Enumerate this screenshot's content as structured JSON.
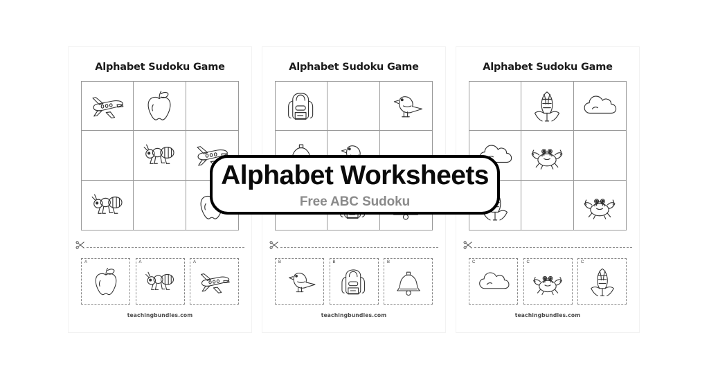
{
  "banner": {
    "title": "Alphabet Worksheets",
    "subtitle": "Free ABC Sudoku",
    "border_color": "#000000",
    "title_color": "#0a0a0a",
    "subtitle_color": "#8a8a8a",
    "background": "#ffffff"
  },
  "worksheets": [
    {
      "title": "Alphabet Sudoku Game",
      "letter": "A",
      "footer": "teachingbundles.com",
      "cut_icon": "scissors-icon",
      "grid": [
        [
          "airplane",
          "apple",
          ""
        ],
        [
          "",
          "ant",
          "airplane"
        ],
        [
          "ant",
          "",
          "apple"
        ]
      ],
      "cards": [
        {
          "letter": "A",
          "icon": "apple"
        },
        {
          "letter": "A",
          "icon": "ant"
        },
        {
          "letter": "A",
          "icon": "airplane"
        }
      ]
    },
    {
      "title": "Alphabet Sudoku Game",
      "letter": "B",
      "footer": "teachingbundles.com",
      "cut_icon": "scissors-icon",
      "grid": [
        [
          "backpack",
          "",
          "bird"
        ],
        [
          "bell",
          "bird",
          ""
        ],
        [
          "",
          "backpack",
          "bell"
        ]
      ],
      "cards": [
        {
          "letter": "B",
          "icon": "bird"
        },
        {
          "letter": "B",
          "icon": "backpack"
        },
        {
          "letter": "B",
          "icon": "bell"
        }
      ]
    },
    {
      "title": "Alphabet Sudoku Game",
      "letter": "C",
      "footer": "teachingbundles.com",
      "cut_icon": "scissors-icon",
      "grid": [
        [
          "",
          "corn",
          "cloud"
        ],
        [
          "cloud",
          "crab",
          ""
        ],
        [
          "corn",
          "",
          "crab"
        ]
      ],
      "cards": [
        {
          "letter": "C",
          "icon": "cloud"
        },
        {
          "letter": "C",
          "icon": "crab"
        },
        {
          "letter": "C",
          "icon": "corn"
        }
      ]
    }
  ]
}
